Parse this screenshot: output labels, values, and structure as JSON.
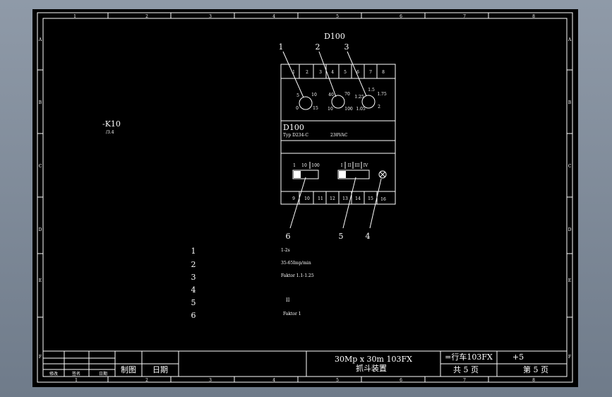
{
  "colors": {
    "background": "#7f8a98",
    "sheet": "#000000",
    "line": "#ffffff"
  },
  "frame": {
    "top_columns": [
      "1",
      "2",
      "3",
      "4",
      "5",
      "6",
      "7",
      "8"
    ],
    "bottom_columns": [
      "1",
      "2",
      "3",
      "4",
      "5",
      "6",
      "7",
      "8"
    ],
    "left_rows": [
      "A",
      "B",
      "C",
      "D",
      "E",
      "F"
    ],
    "right_rows": [
      "A",
      "B",
      "C",
      "D",
      "E",
      "F"
    ]
  },
  "device": {
    "title": "D100",
    "callouts_top": [
      "1",
      "2",
      "3"
    ],
    "callouts_bottom": [
      "6",
      "5",
      "4"
    ],
    "top_terminals": [
      "1",
      "2",
      "3",
      "4",
      "5",
      "6",
      "7",
      "8"
    ],
    "bottom_terminals": [
      "9",
      "10",
      "11",
      "12",
      "13",
      "14",
      "15",
      "16"
    ],
    "dial1": {
      "tl": "5",
      "tr": "10",
      "bl": "0",
      "br": "15"
    },
    "dial2": {
      "tl": "40",
      "tr": "70",
      "bl": "10",
      "br": "100"
    },
    "dial3": {
      "top": "1.5",
      "tl": "1.25",
      "tr": "1.75",
      "bl": "1.05",
      "br": "2"
    },
    "name": "D100",
    "type_line": "Typ D234-C",
    "voltage": "230VAC",
    "range_switch_labels": [
      "1",
      "10",
      "100"
    ],
    "mode_switch_labels": [
      "I",
      "II",
      "III",
      "IV"
    ]
  },
  "component_tag": {
    "name": "-K10",
    "ref": "/3.4"
  },
  "settings_table": [
    {
      "num": "1",
      "value": "1-2s"
    },
    {
      "num": "2",
      "value": "35-65Imp/min"
    },
    {
      "num": "3",
      "value": "Faktor 1.1-1.25"
    },
    {
      "num": "4",
      "value": ""
    },
    {
      "num": "5",
      "value": "II"
    },
    {
      "num": "6",
      "value": "Faktor 1"
    }
  ],
  "title_block": {
    "rev_headers": [
      "修改",
      "签名",
      "日期"
    ],
    "drawn_label": "制图",
    "date_label": "日期",
    "project": "30Mp x 30m 103FX",
    "drawing_name": "抓斗装置",
    "location": "=行车103FX",
    "sheet_ref": "+5",
    "total_label": "共 5  页",
    "page_label": "第  5  页"
  }
}
